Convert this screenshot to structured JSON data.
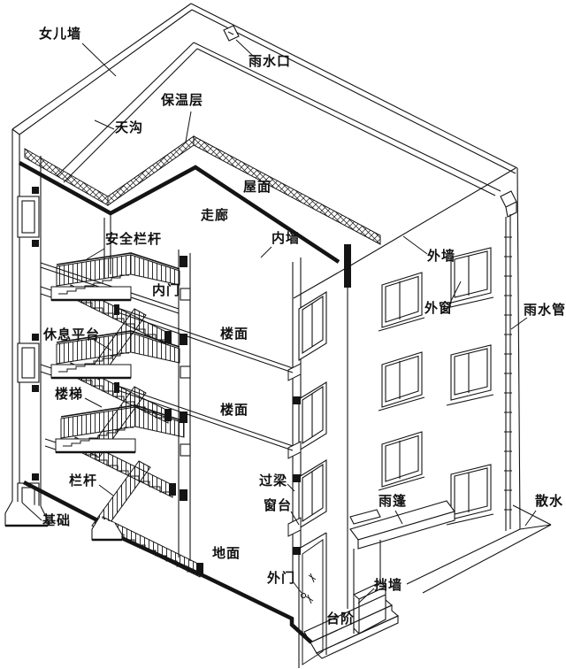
{
  "figure": {
    "type": "axonometric-building-cutaway-diagram",
    "language": "zh-CN",
    "background_color": "#ffffff",
    "line_color": "#141414"
  },
  "labels": {
    "parapet": "女儿墙",
    "rain_inlet": "雨水口",
    "insulation": "保温层",
    "gutter": "天沟",
    "roof": "屋面",
    "corridor": "走廊",
    "interior_wall": "内墙",
    "safety_railing": "安全栏杆",
    "interior_door": "内门",
    "exterior_wall": "外墙",
    "exterior_window": "外窗",
    "downspout": "雨水管",
    "rest_landing": "休息平台",
    "floor_upper": "楼面",
    "floor_lower": "楼面",
    "stairs": "楼梯",
    "lintel": "过梁",
    "windowsill": "窗台",
    "railing": "栏杆",
    "foundation": "基础",
    "ground": "地面",
    "exterior_door": "外门",
    "steps": "台阶",
    "canopy": "雨篷",
    "retaining_wall": "挡墙",
    "apron": "散水"
  }
}
